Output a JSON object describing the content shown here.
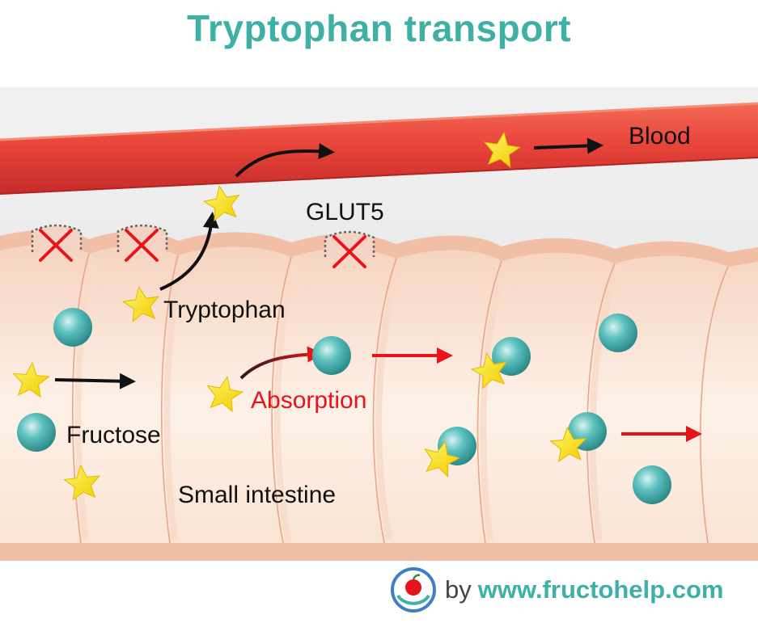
{
  "title": "Tryptophan transport",
  "labels": {
    "blood": "Blood",
    "glut5": "GLUT5",
    "tryptophan": "Tryptophan",
    "absorption": "Absorption",
    "fructose": "Fructose",
    "small_intestine": "Small intestine"
  },
  "footer": {
    "by": "by",
    "site": "www.fructohelp.com"
  },
  "colors": {
    "title": "#3fb0a6",
    "absorption": "#e8141b",
    "blocked_mark": "#e8141b",
    "star": "#f7e011",
    "fructose_sphere": "#5cc1bf",
    "blood_vessel": "#e8453a",
    "intestine": "#fbe7d6"
  },
  "icons": {
    "tryptophan_molecule": "star-icon",
    "fructose_molecule": "sphere-icon",
    "blocked_transporter": "red-x-icon",
    "logo": "fructohelp-logo"
  }
}
